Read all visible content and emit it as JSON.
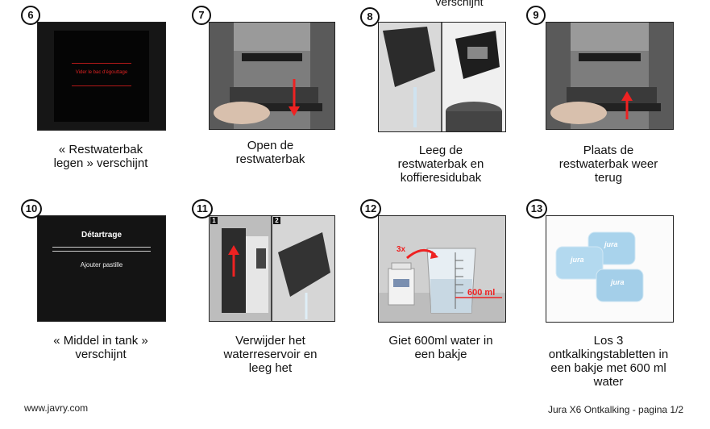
{
  "top_caption": "verschijnt",
  "steps": [
    {
      "num": "6",
      "caption": [
        "« Restwaterbak",
        "legen » verschijnt"
      ],
      "screen_text": "Vider le bac d'égouttage"
    },
    {
      "num": "7",
      "caption": [
        "Open de",
        "restwaterbak"
      ]
    },
    {
      "num": "8",
      "caption": [
        "Leeg de",
        "restwaterbak en",
        "koffieresidubak"
      ]
    },
    {
      "num": "9",
      "caption": [
        "Plaats de",
        "restwaterbak weer",
        "terug"
      ]
    },
    {
      "num": "10",
      "caption": [
        "« Middel in tank »",
        "verschijnt"
      ],
      "screen_title": "Détartrage",
      "screen_text": "Ajouter pastille"
    },
    {
      "num": "11",
      "caption": [
        "Verwijder het",
        "waterreservoir en",
        "leeg het"
      ],
      "panel_labels": [
        "1",
        "2"
      ]
    },
    {
      "num": "12",
      "caption": [
        "Giet 600ml water in",
        "een bakje"
      ],
      "annot_times": "3x",
      "annot_volume": "600 ml"
    },
    {
      "num": "13",
      "caption": [
        "Los 3",
        "ontkalkingstabletten in",
        "een bakje met 600 ml",
        "water"
      ],
      "tablet_brand": "jura"
    }
  ],
  "footer": {
    "left": "www.javry.com",
    "right": "Jura X6  Ontkalking - pagina 1/2"
  }
}
